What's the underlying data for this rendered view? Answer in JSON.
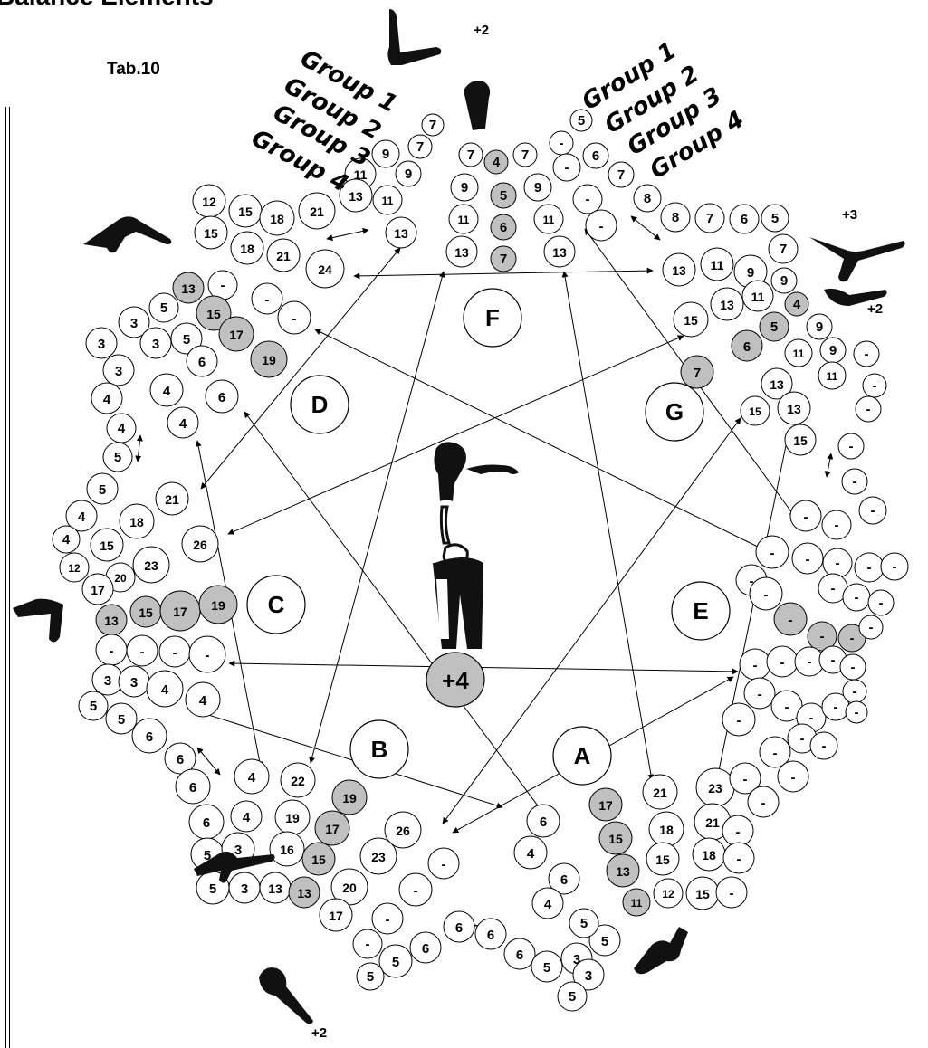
{
  "page_title": "Balance Elements",
  "table_label": "Tab.10",
  "sections": [
    "A",
    "B",
    "C",
    "D",
    "E",
    "F",
    "G"
  ],
  "center_bonus": "+4",
  "group_labels": [
    "Group 1",
    "Group 2",
    "Group 3",
    "Group 4"
  ],
  "bonus_labels": [
    "+2",
    "+3",
    "+2",
    "+2"
  ],
  "colors": {
    "highlight": "#c0c0c0",
    "line": "#000000",
    "background": "#ffffff"
  },
  "ring_values": {
    "F": [
      "4",
      "5",
      "6",
      "7",
      "7",
      "9",
      "11",
      "13"
    ],
    "G": [
      "4",
      "5",
      "6",
      "7",
      "9",
      "11",
      "13",
      "15"
    ],
    "E": [
      "-",
      "-",
      "-",
      "-"
    ],
    "A": [
      "11",
      "13",
      "15",
      "17",
      "21",
      "18",
      "15",
      "12"
    ],
    "B": [
      "13",
      "15",
      "17",
      "19",
      "22",
      "19",
      "16",
      "13"
    ],
    "C": [
      "13",
      "15",
      "17",
      "19",
      "-",
      "-",
      "-",
      "-"
    ],
    "D": [
      "13",
      "15",
      "17",
      "19",
      "-",
      "-",
      "-",
      "24"
    ]
  },
  "decorative_icons": [
    "gymnast-balance-figure"
  ]
}
